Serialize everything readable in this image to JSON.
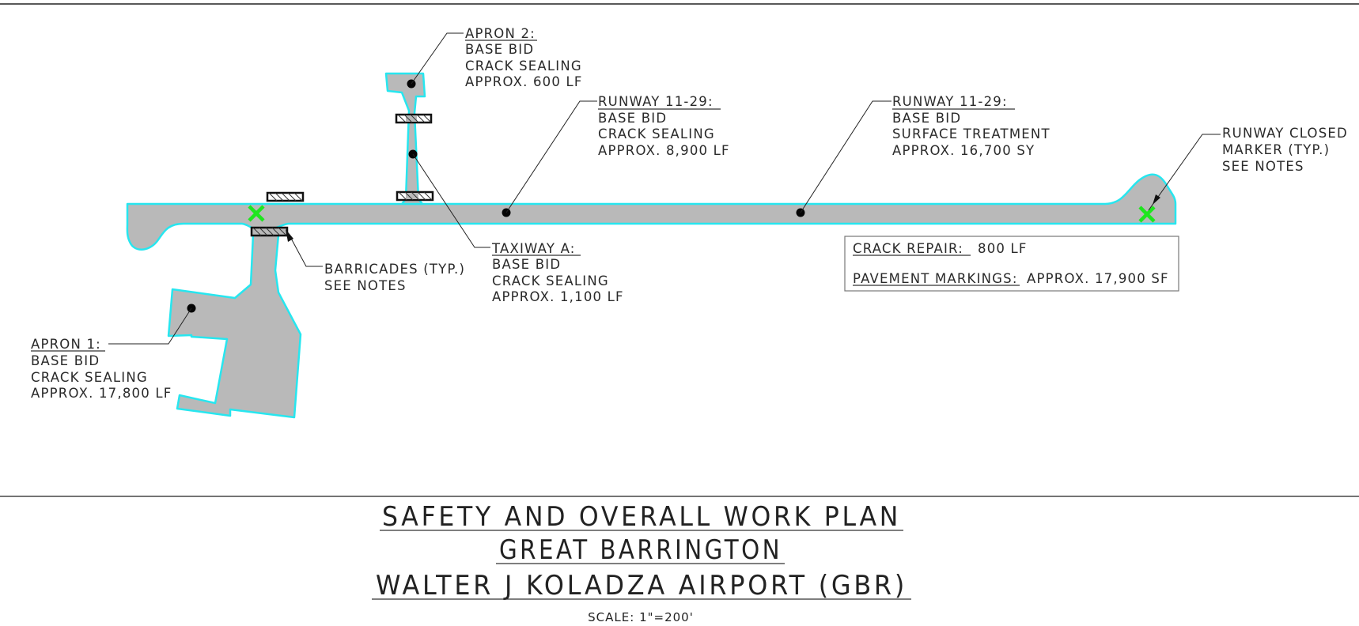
{
  "colors": {
    "pavement_fill": "#b9b9b9",
    "pavement_outline": "#27e6ef",
    "closed_marker": "#1ee61e",
    "line": "#222222"
  },
  "labels": {
    "apron2": [
      "APRON 2:",
      "BASE BID",
      "CRACK SEALING",
      "APPROX. 600 LF"
    ],
    "runway_crack": [
      "RUNWAY 11-29:",
      "BASE BID",
      "CRACK SEALING",
      "APPROX. 8,900 LF"
    ],
    "runway_surface": [
      "RUNWAY 11-29:",
      "BASE BID",
      "SURFACE TREATMENT",
      "APPROX. 16,700 SY"
    ],
    "closed_marker": [
      "RUNWAY CLOSED",
      "MARKER (TYP.)",
      "SEE NOTES"
    ],
    "taxiway_a": [
      "TAXIWAY A:",
      "BASE BID",
      "CRACK SEALING",
      "APPROX. 1,100 LF"
    ],
    "barricades": [
      "BARRICADES (TYP.)",
      "SEE NOTES"
    ],
    "apron1": [
      "APRON 1:",
      "BASE BID",
      "CRACK SEALING",
      "APPROX. 17,800 LF"
    ]
  },
  "summary_box": {
    "crack_repair_label": "CRACK REPAIR:",
    "crack_repair_value": "800 LF",
    "pavement_markings_label": "PAVEMENT MARKINGS:",
    "pavement_markings_value": "APPROX. 17,900 SF"
  },
  "title": {
    "line1": "SAFETY AND OVERALL WORK PLAN",
    "line2": "GREAT BARRINGTON",
    "line3": "WALTER J KOLADZA AIRPORT (GBR)",
    "scale": "SCALE: 1\"=200'"
  }
}
